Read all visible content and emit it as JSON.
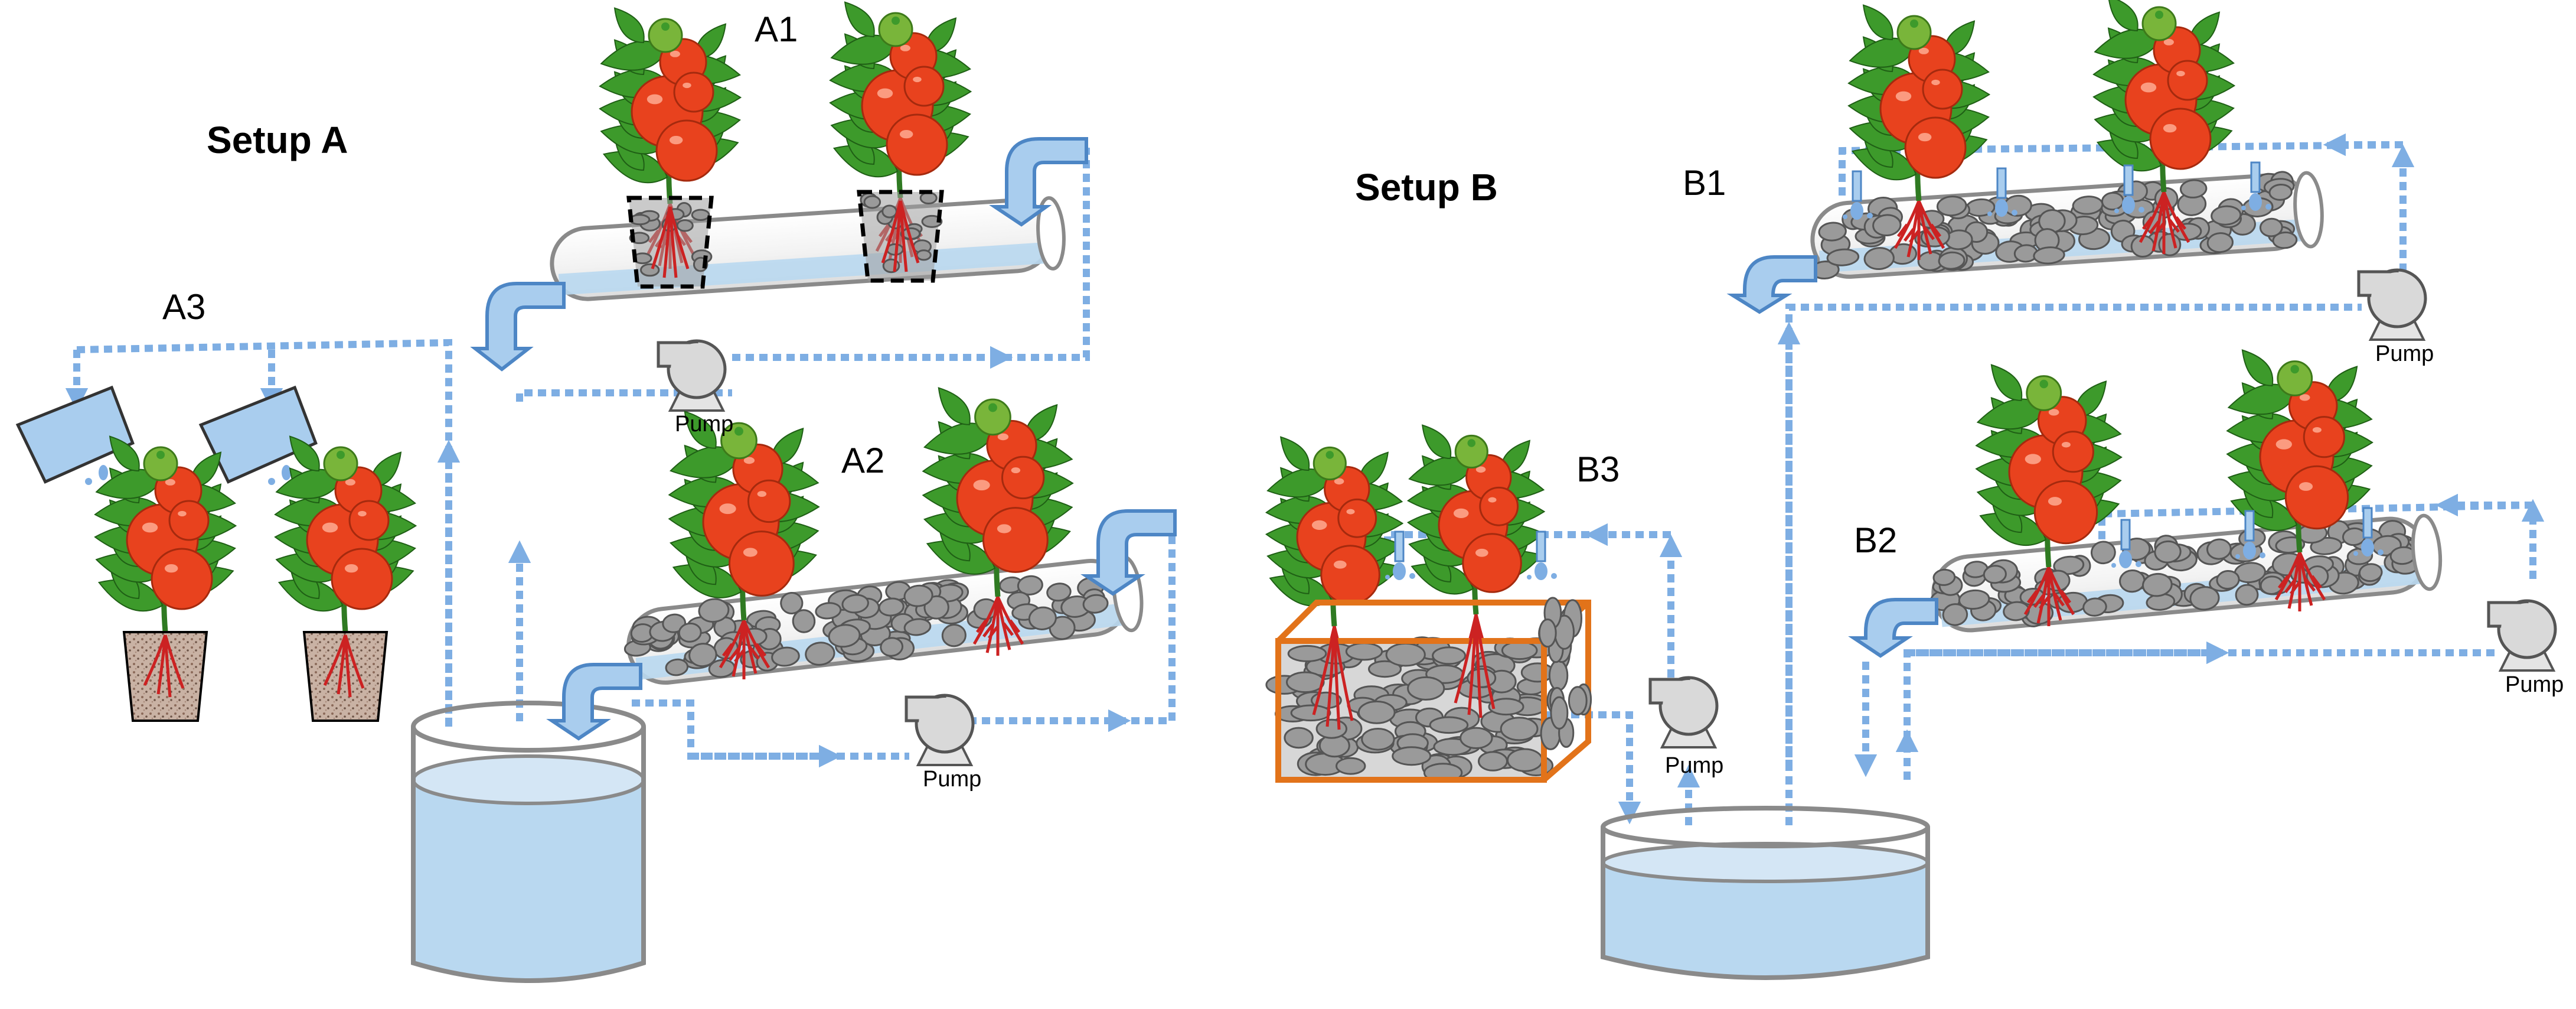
{
  "setup_a": {
    "title": "Setup A",
    "labels": {
      "a1": "A1",
      "a2": "A2",
      "a3": "A3"
    }
  },
  "setup_b": {
    "title": "Setup B",
    "labels": {
      "b1": "B1",
      "b2": "B2",
      "b3": "B3"
    }
  },
  "pump_label": "Pump",
  "colors": {
    "water": "#b9d8f0",
    "flow": "#7eaee3",
    "pebble": "#9a9a9a",
    "grow_box": "#e2731a",
    "tomato": "#e8421e",
    "leaf": "#3d9a2b",
    "root": "#cc2222",
    "soil_pot": "#8b6a5a"
  }
}
